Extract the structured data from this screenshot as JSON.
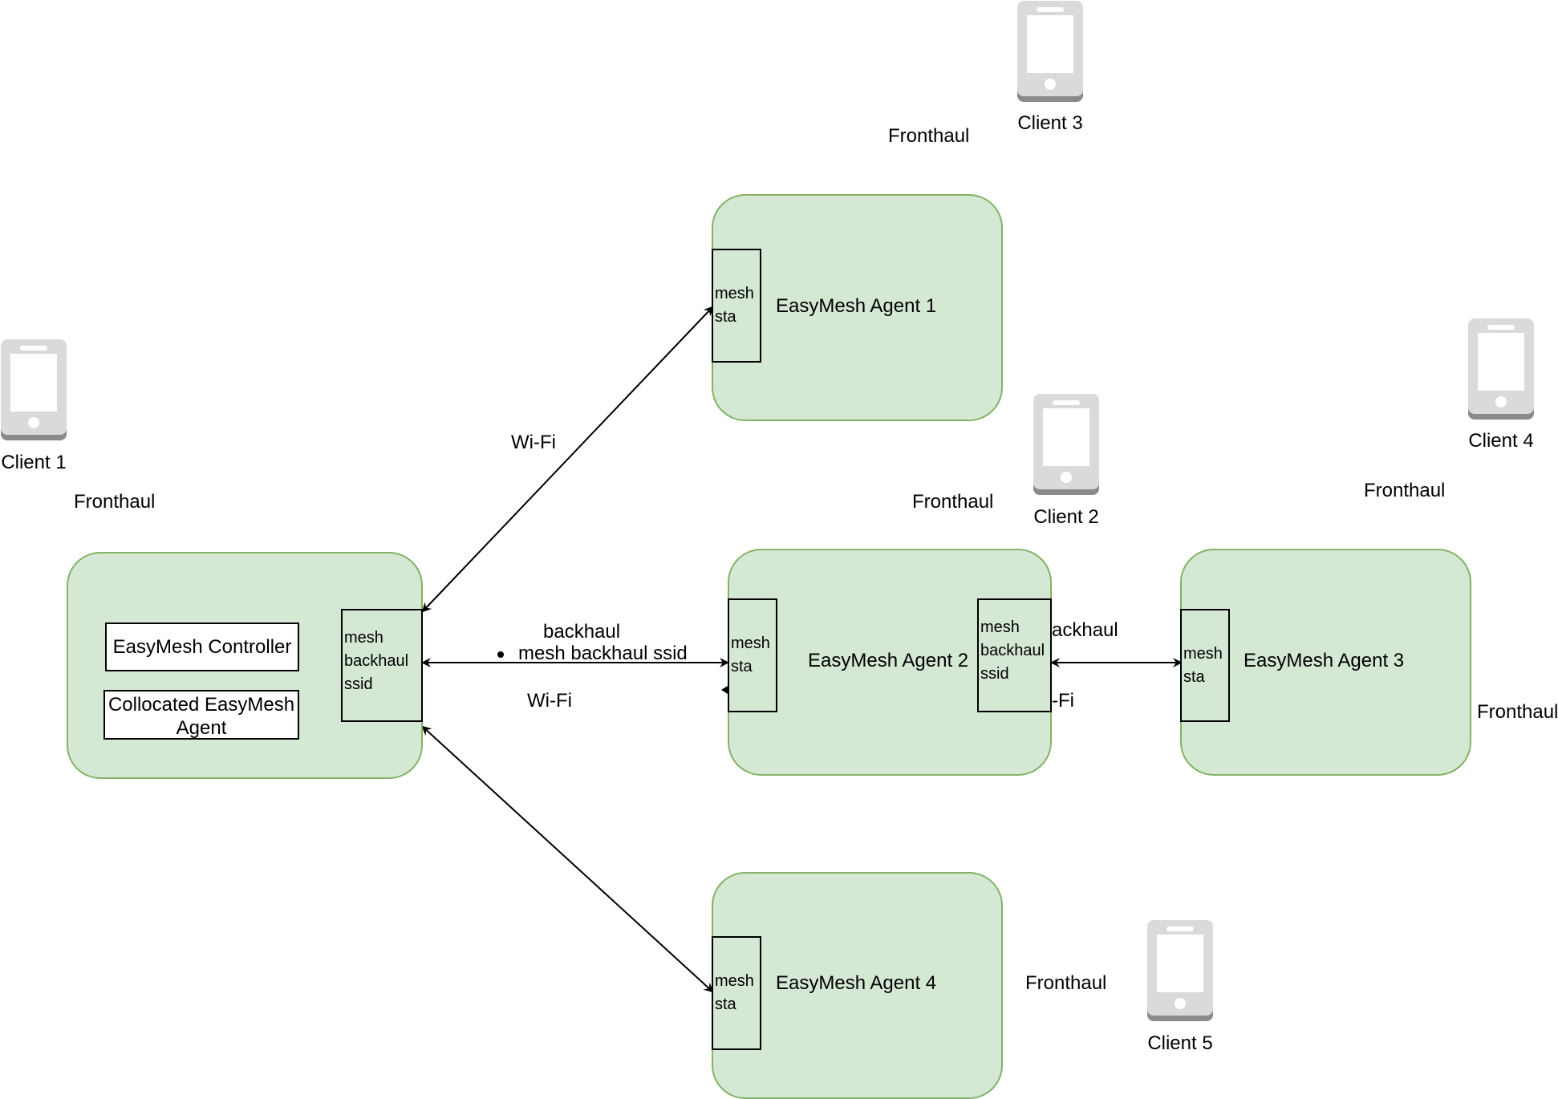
{
  "controller": {
    "title": "EasyMesh Controller",
    "collocated_agent": "Collocated EasyMesh Agent",
    "port": [
      "mesh",
      "backhaul",
      "ssid"
    ]
  },
  "agents": [
    {
      "name": "EasyMesh Agent 1",
      "port": [
        "mesh",
        "sta"
      ]
    },
    {
      "name": "EasyMesh Agent 2",
      "port_left": [
        "mesh",
        "sta"
      ],
      "port_right": [
        "mesh",
        "backhaul",
        "ssid"
      ]
    },
    {
      "name": "EasyMesh Agent 3",
      "port": [
        "mesh",
        "sta"
      ]
    },
    {
      "name": "EasyMesh Agent 4",
      "port": [
        "mesh",
        "sta"
      ]
    }
  ],
  "clients": [
    "Client 1",
    "Client 2",
    "Client 3",
    "Client 4",
    "Client 5"
  ],
  "fronthaul_label": "Fronthaul",
  "links": {
    "wifi": "Wi-Fi",
    "backhaul": "backhaul",
    "backhaul_bullet": "mesh backhaul ssid",
    "agent2_3_backhaul_partial": "ackhaul",
    "agent2_3_wifi_partial": "-Fi"
  },
  "colors": {
    "node_fill": "#d5e8d4",
    "node_border": "#82b366",
    "phone_body": "#dadada",
    "phone_shadow": "#8a8a8a"
  }
}
